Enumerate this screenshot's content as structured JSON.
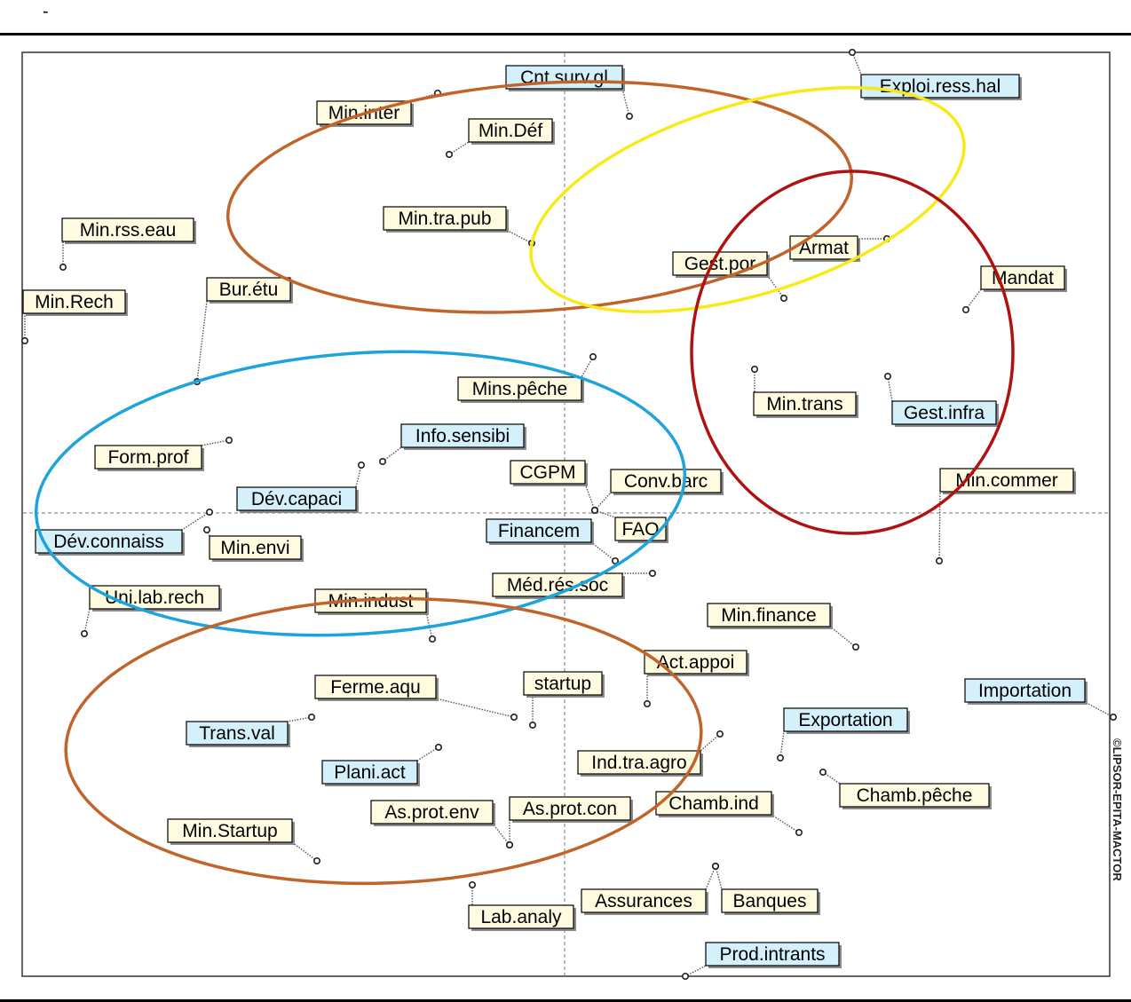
{
  "header": {
    "dash": "-"
  },
  "watermark": "©LIPSOR-EPITA-MACTOR",
  "colors": {
    "label_yellow": "#fffbe0",
    "label_blue": "#d3f0fb",
    "shadow": "#8a8a8a",
    "ellipse_brown": "#c0642a",
    "ellipse_yellow": "#f7ea18",
    "ellipse_red": "#b01212",
    "ellipse_blue": "#1ea3dc"
  },
  "actors": [
    {
      "id": "cnt-surv-gl",
      "label": "Cnt.surv.gl",
      "color": "blue"
    },
    {
      "id": "exploi-ress-hal",
      "label": "Exploi.ress.hal",
      "color": "blue"
    },
    {
      "id": "min-inter",
      "label": "Min.inter",
      "color": "yellow"
    },
    {
      "id": "min-def",
      "label": "Min.Déf",
      "color": "yellow"
    },
    {
      "id": "min-rss-eau",
      "label": "Min.rss.eau",
      "color": "yellow"
    },
    {
      "id": "min-tra-pub",
      "label": "Min.tra.pub",
      "color": "yellow"
    },
    {
      "id": "armat",
      "label": "Armat",
      "color": "yellow"
    },
    {
      "id": "gest-por",
      "label": "Gest.por",
      "color": "yellow"
    },
    {
      "id": "mandat",
      "label": "Mandat",
      "color": "yellow"
    },
    {
      "id": "min-rech",
      "label": "Min.Rech",
      "color": "yellow"
    },
    {
      "id": "bur-etu",
      "label": "Bur.étu",
      "color": "yellow"
    },
    {
      "id": "mins-peche",
      "label": "Mins.pêche",
      "color": "yellow"
    },
    {
      "id": "min-trans",
      "label": "Min.trans",
      "color": "yellow"
    },
    {
      "id": "gest-infra",
      "label": "Gest.infra",
      "color": "blue"
    },
    {
      "id": "info-sensibi",
      "label": "Info.sensibi",
      "color": "blue"
    },
    {
      "id": "form-prof",
      "label": "Form.prof",
      "color": "yellow"
    },
    {
      "id": "cgpm",
      "label": "CGPM",
      "color": "yellow"
    },
    {
      "id": "conv-barc",
      "label": "Conv.barc",
      "color": "yellow"
    },
    {
      "id": "min-commer",
      "label": "Min.commer",
      "color": "yellow"
    },
    {
      "id": "dev-capaci",
      "label": "Dév.capaci",
      "color": "blue"
    },
    {
      "id": "financem",
      "label": "Financem",
      "color": "blue"
    },
    {
      "id": "fao",
      "label": "FAO",
      "color": "yellow"
    },
    {
      "id": "dev-connaiss",
      "label": "Dév.connaiss",
      "color": "blue"
    },
    {
      "id": "min-envi",
      "label": "Min.envi",
      "color": "yellow"
    },
    {
      "id": "med-res-soc",
      "label": "Méd.rés.soc",
      "color": "yellow"
    },
    {
      "id": "uni-lab-rech",
      "label": "Uni.lab.rech",
      "color": "yellow"
    },
    {
      "id": "min-indust",
      "label": "Min.indust",
      "color": "yellow"
    },
    {
      "id": "min-finance",
      "label": "Min.finance",
      "color": "yellow"
    },
    {
      "id": "act-appoi",
      "label": "Act.appoi",
      "color": "yellow"
    },
    {
      "id": "ferme-aqu",
      "label": "Ferme.aqu",
      "color": "yellow"
    },
    {
      "id": "startup",
      "label": "startup",
      "color": "yellow"
    },
    {
      "id": "importation",
      "label": "Importation",
      "color": "blue"
    },
    {
      "id": "trans-val",
      "label": "Trans.val",
      "color": "blue"
    },
    {
      "id": "exportation",
      "label": "Exportation",
      "color": "blue"
    },
    {
      "id": "plani-act",
      "label": "Plani.act",
      "color": "blue"
    },
    {
      "id": "ind-tra-agro",
      "label": "Ind.tra.agro",
      "color": "yellow"
    },
    {
      "id": "chamb-peche",
      "label": "Chamb.pêche",
      "color": "yellow"
    },
    {
      "id": "as-prot-env",
      "label": "As.prot.env",
      "color": "yellow"
    },
    {
      "id": "as-prot-con",
      "label": "As.prot.con",
      "color": "yellow"
    },
    {
      "id": "chamb-ind",
      "label": "Chamb.ind",
      "color": "yellow"
    },
    {
      "id": "min-startup",
      "label": "Min.Startup",
      "color": "yellow"
    },
    {
      "id": "assurances",
      "label": "Assurances",
      "color": "yellow"
    },
    {
      "id": "banques",
      "label": "Banques",
      "color": "yellow"
    },
    {
      "id": "lab-analy",
      "label": "Lab.analy",
      "color": "yellow"
    },
    {
      "id": "prod-intrants",
      "label": "Prod.intrants",
      "color": "blue"
    }
  ],
  "groups": [
    {
      "id": "top-left-cluster",
      "color": "brown"
    },
    {
      "id": "top-right-cluster",
      "color": "yellow"
    },
    {
      "id": "right-cluster",
      "color": "red"
    },
    {
      "id": "middle-left-cluster",
      "color": "blue"
    },
    {
      "id": "bottom-left-cluster",
      "color": "brown"
    }
  ]
}
